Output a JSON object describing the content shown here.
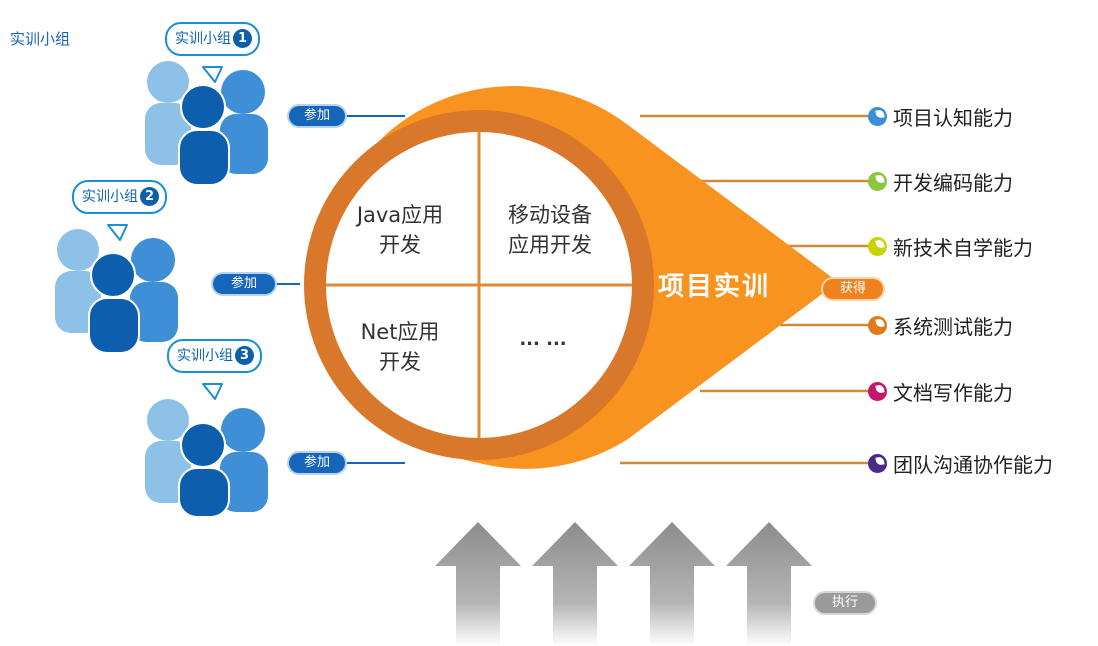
{
  "page": {
    "title": "实训小组"
  },
  "groups": [
    {
      "label": "实训小组",
      "number": "1",
      "join_label": "参加"
    },
    {
      "label": "实训小组",
      "number": "2",
      "join_label": "参加"
    },
    {
      "label": "实训小组",
      "number": "3",
      "join_label": "参加"
    }
  ],
  "center": {
    "title": "项目实训",
    "quadrants": [
      {
        "line1": "Java应用",
        "line2": "开发"
      },
      {
        "line1": "移动设备",
        "line2": "应用开发"
      },
      {
        "line1": "Net应用",
        "line2": "开发"
      },
      {
        "line1": "... ...",
        "line2": ""
      }
    ]
  },
  "gain_label": "获得",
  "execute_label": "执行",
  "abilities": [
    {
      "label": "项目认知能力",
      "color": "#3b8fd8"
    },
    {
      "label": "开发编码能力",
      "color": "#8cc63f"
    },
    {
      "label": "新技术自学能力",
      "color": "#c8d400"
    },
    {
      "label": "系统测试能力",
      "color": "#e07b1c"
    },
    {
      "label": "文档写作能力",
      "color": "#c2186b"
    },
    {
      "label": "团队沟通协作能力",
      "color": "#4b2a8a"
    }
  ],
  "colors": {
    "orange": "#f7931e",
    "orange_ring": "#d9782a",
    "line": "#d08a3c",
    "brand_blue": "#1565b8",
    "light_blue": "#8ec1e8",
    "mid_blue": "#3e8fd5",
    "dark_blue": "#0d5fae",
    "arrow_gray": "#8c8c8c"
  }
}
